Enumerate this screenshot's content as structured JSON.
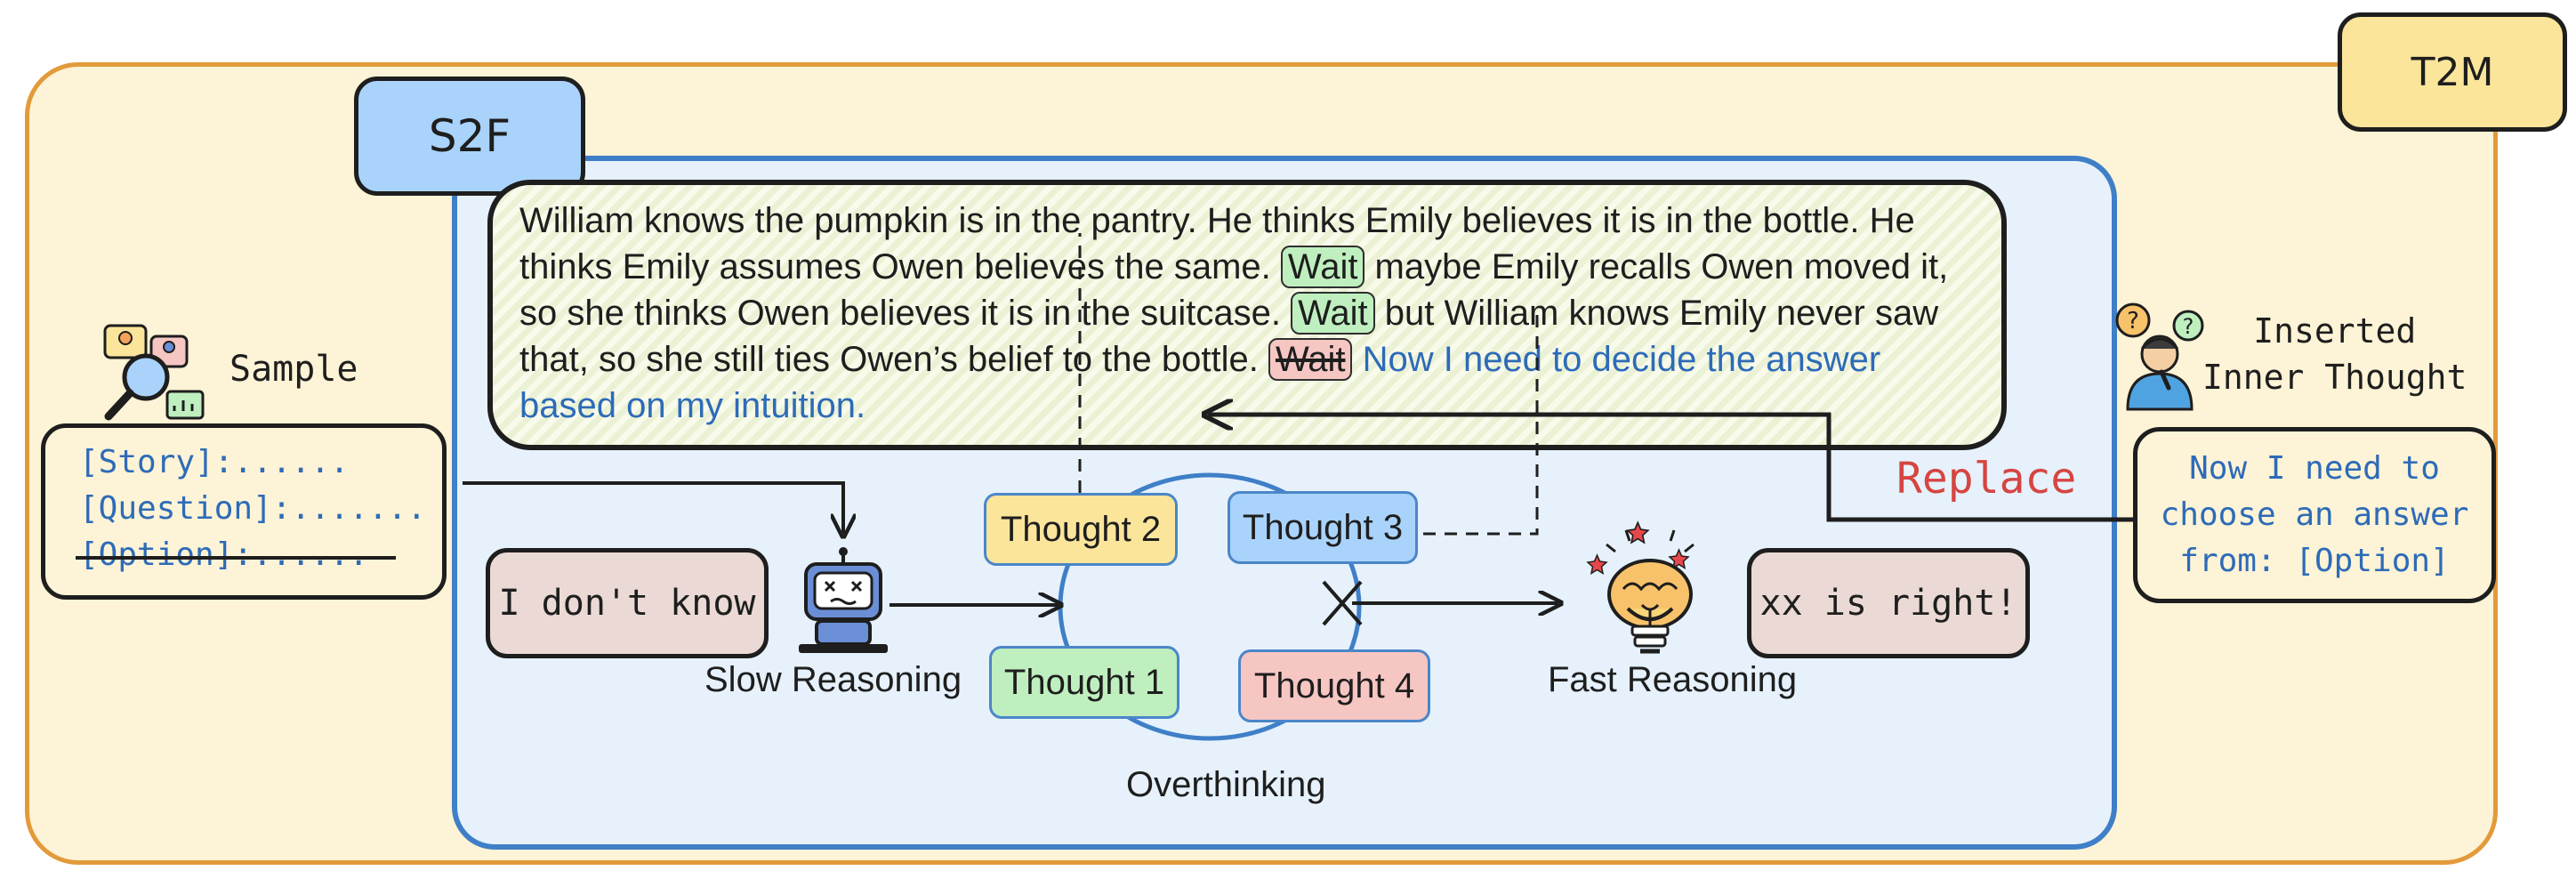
{
  "labels": {
    "t2m": "T2M",
    "s2f": "S2F",
    "sample": "Sample",
    "inserted_inner_thought": [
      "Inserted",
      "Inner Thought"
    ],
    "replace": "Replace",
    "slow_reasoning": "Slow Reasoning",
    "fast_reasoning": "Fast Reasoning",
    "overthinking": "Overthinking"
  },
  "sample_box": {
    "lines": [
      "[Story]:......",
      "[Question]:.......",
      "[Option]:......"
    ],
    "struck_line_index": 2
  },
  "paragraph": {
    "segments": [
      {
        "text": "William knows the pumpkin is in the pantry. He thinks Emily believes it is in the bottle. He thinks Emily assumes Owen believes the same.",
        "style": "plain"
      },
      {
        "text": "Wait",
        "style": "wait-green"
      },
      {
        "text": " maybe Emily recalls Owen moved it, so she thinks Owen believes it is in the suitcase.",
        "style": "plain"
      },
      {
        "text": "Wait",
        "style": "wait-green"
      },
      {
        "text": " but William knows Emily never saw that, so she still ties Owen’s belief to the bottle.",
        "style": "plain"
      },
      {
        "text": "Wait",
        "style": "wait-red-struck"
      },
      {
        "text": " Now I need to decide the answer based on my intuition.",
        "style": "blue"
      }
    ]
  },
  "thoughts": [
    "Thought 1",
    "Thought 2",
    "Thought 3",
    "Thought 4"
  ],
  "speech": {
    "slow": "I don't know",
    "fast": "xx is right!"
  },
  "inserted_box": {
    "lines": [
      "Now I need to",
      "choose an answer",
      "from: [Option]"
    ]
  },
  "colors": {
    "outer_fill": "#fdf3d6",
    "outer_border": "#e39a3b",
    "inner_fill": "#e6f1fb",
    "inner_border": "#3f7fc7",
    "blue_text": "#2d6bb8",
    "replace_red": "#d64541",
    "thought1": "#bfefbf",
    "thought2": "#fbe59b",
    "thought3": "#a9d3fb",
    "thought4": "#f6c6c3"
  },
  "icons": [
    "people-search-icon",
    "robot-icon",
    "brain-bulb-icon",
    "confused-person-icon"
  ]
}
